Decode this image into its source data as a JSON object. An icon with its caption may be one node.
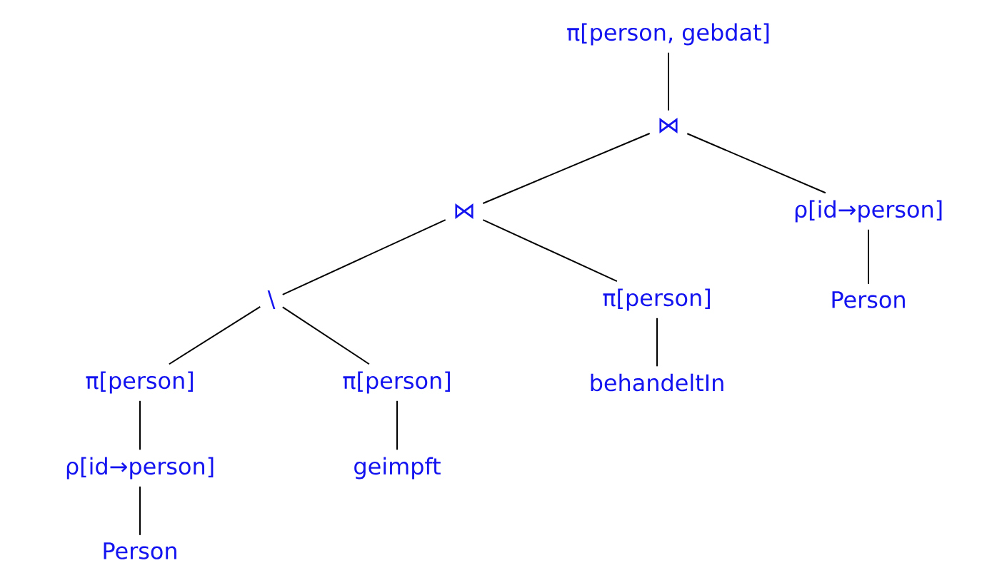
{
  "diagram": {
    "nodes": [
      {
        "text": [
          "π[person, gebdat]"
        ]
      },
      {
        "text": [
          "⋈"
        ]
      },
      {
        "text": [
          "⋈"
        ]
      },
      {
        "text": [
          "ρ[id→person]"
        ]
      },
      {
        "text": [
          "\\"
        ]
      },
      {
        "text": [
          "π[person]"
        ]
      },
      {
        "text": [
          "Person"
        ]
      },
      {
        "text": [
          "π[person]"
        ]
      },
      {
        "text": [
          "π[person]"
        ]
      },
      {
        "text": [
          "behandeltIn"
        ]
      },
      {
        "text": [
          "ρ[id→person]"
        ]
      },
      {
        "text": [
          "geimpft"
        ]
      },
      {
        "text": [
          "Person"
        ]
      }
    ],
    "edges": [
      {
        "from": 0,
        "to": 1,
        "arrow": "none"
      },
      {
        "from": 1,
        "to": 2,
        "arrow": "none"
      },
      {
        "from": 1,
        "to": 3,
        "arrow": "none"
      },
      {
        "from": 2,
        "to": 4,
        "arrow": "none"
      },
      {
        "from": 2,
        "to": 5,
        "arrow": "none"
      },
      {
        "from": 3,
        "to": 6,
        "arrow": "none"
      },
      {
        "from": 4,
        "to": 7,
        "arrow": "none"
      },
      {
        "from": 4,
        "to": 8,
        "arrow": "none"
      },
      {
        "from": 5,
        "to": 9,
        "arrow": "none"
      },
      {
        "from": 7,
        "to": 10,
        "arrow": "none"
      },
      {
        "from": 8,
        "to": 11,
        "arrow": "none"
      },
      {
        "from": 10,
        "to": 12,
        "arrow": "none"
      }
    ]
  }
}
